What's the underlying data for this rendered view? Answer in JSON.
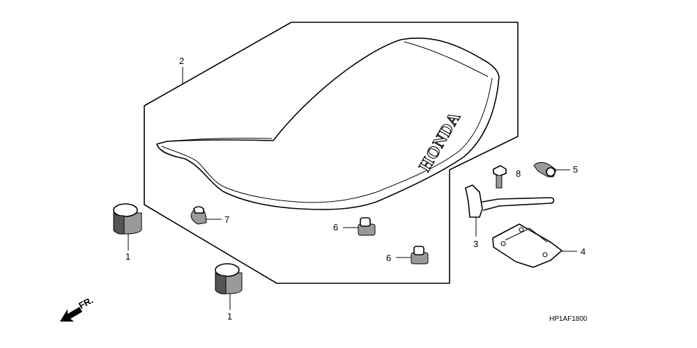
{
  "diagram": {
    "callouts": [
      {
        "id": "1a",
        "text": "1"
      },
      {
        "id": "1b",
        "text": "1"
      },
      {
        "id": "2",
        "text": "2"
      },
      {
        "id": "3",
        "text": "3"
      },
      {
        "id": "4",
        "text": "4"
      },
      {
        "id": "5",
        "text": "5"
      },
      {
        "id": "6a",
        "text": "6"
      },
      {
        "id": "6b",
        "text": "6"
      },
      {
        "id": "7",
        "text": "7"
      },
      {
        "id": "8",
        "text": "8"
      }
    ],
    "seat_logo": "HONDA",
    "front_indicator": "FR.",
    "diagram_code": "HP1AF1800"
  }
}
